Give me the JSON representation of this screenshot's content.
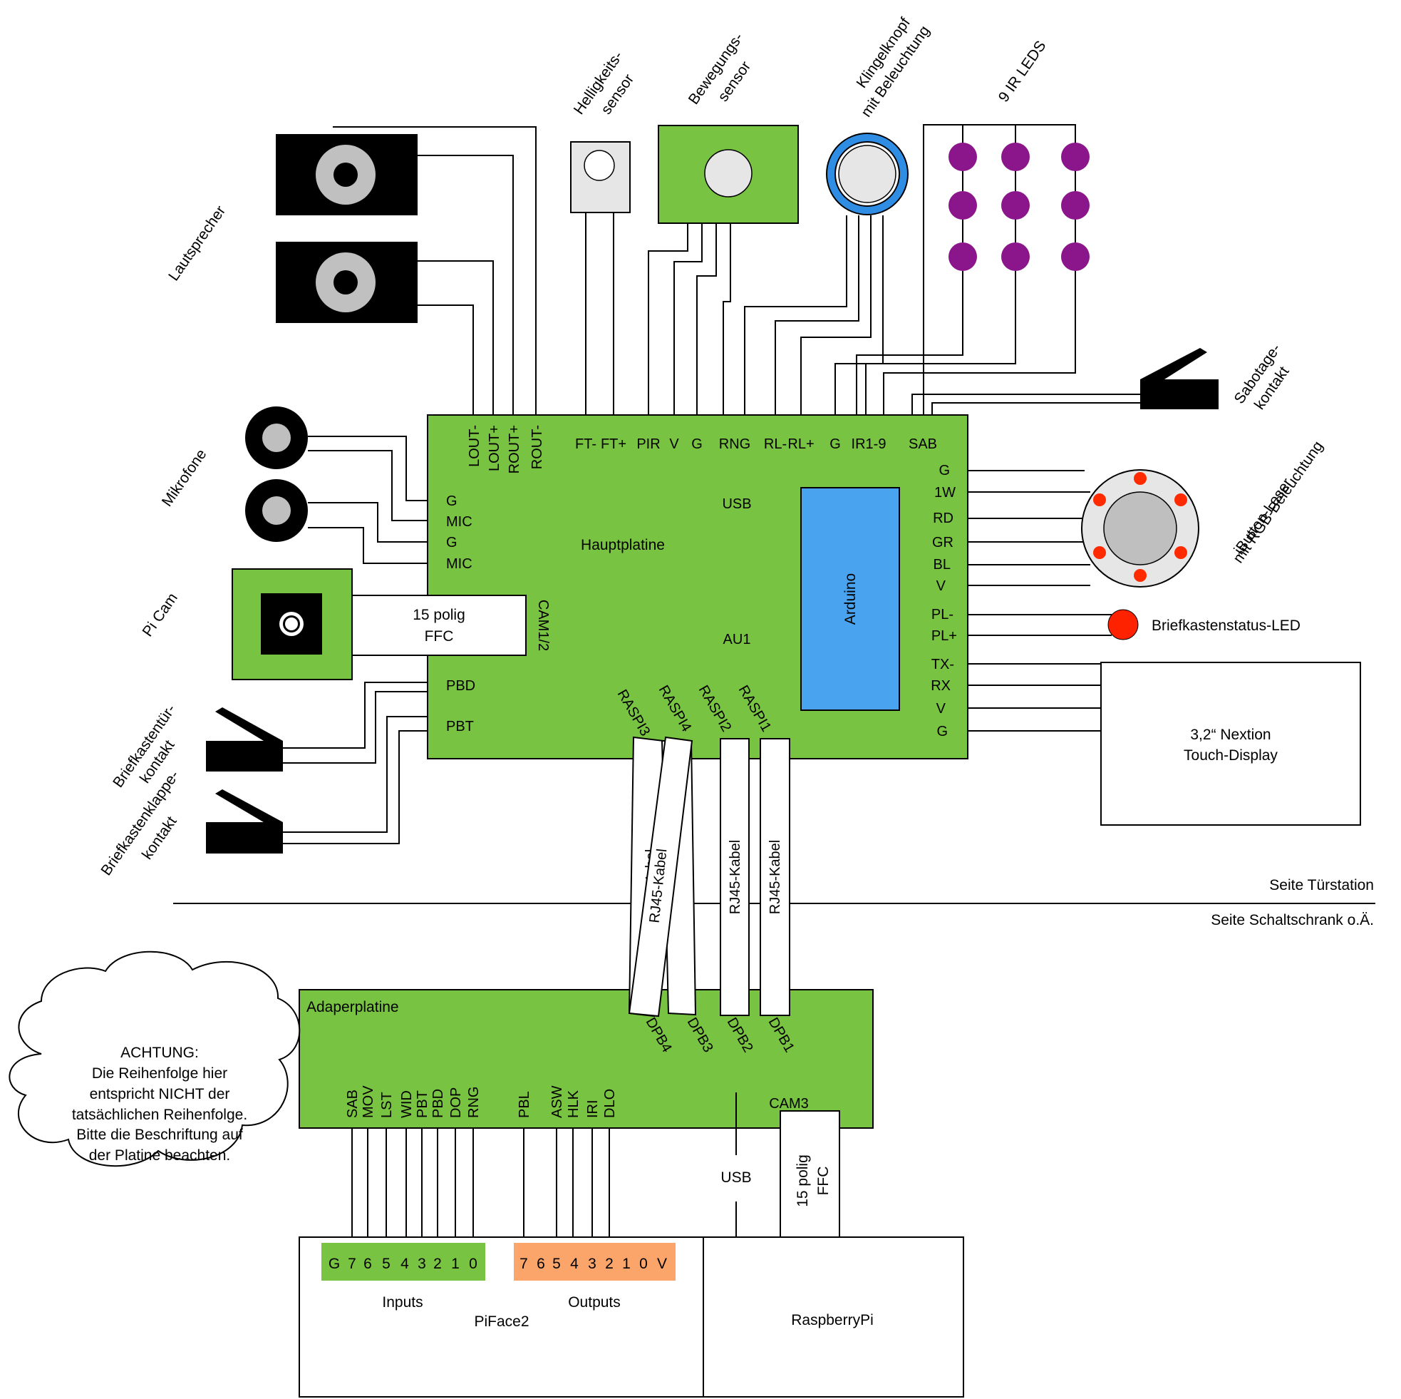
{
  "colors": {
    "board_green": "#78c442",
    "arduino_blue": "#4aa3ee",
    "ir_led_purple": "#8b158b",
    "status_led_red": "#ff2200",
    "ibutton_dot_red": "#ff2a00",
    "outputs_orange": "#fca56b",
    "inputs_green": "#78c442",
    "sensor_grey": "#e6e6e6",
    "ring_blue": "#2f8de4"
  },
  "components": {
    "speaker": "Lautsprecher",
    "mics": "Mikrofone",
    "picam": "Pi Cam",
    "mailbox_door": [
      "Briefkastentür-",
      "kontakt"
    ],
    "mailbox_flap": [
      "Briefkastenklappe-",
      "kontakt"
    ],
    "light_sensor": [
      "Helligkeits-",
      "sensor"
    ],
    "motion_sensor": [
      "Bewegungs-",
      "sensor"
    ],
    "bell_button": [
      "Klingelknopf",
      "mit Beleuchtung"
    ],
    "ir_leds": "9 IR LEDS",
    "sabotage": [
      "Sabotage-",
      "kontakt"
    ],
    "ibutton": [
      "iButton-Leser",
      "mit RGB-Beleuchtung"
    ],
    "status_led": "Briefkastenstatus-LED",
    "display": [
      "3,2“ Nextion",
      "Touch-Display"
    ]
  },
  "main_board": {
    "title": "Hauptplatine",
    "arduino": "Arduino",
    "usb": "USB",
    "au1": "AU1",
    "cam": "CAM1/2",
    "ffc": [
      "15 polig",
      "FFC"
    ],
    "top_pins": [
      "FT-",
      "FT+",
      "PIR",
      "V",
      "G",
      "RNG",
      "RL-",
      "RL+",
      "G",
      "IR1-9",
      "SAB"
    ],
    "audio_pins": [
      "LOUT-",
      "LOUT+",
      "ROUT+",
      "ROUT-"
    ],
    "left_pins": [
      "G",
      "MIC",
      "G",
      "MIC"
    ],
    "left_pins_bottom": [
      "PBD",
      "PBT"
    ],
    "right_pins": [
      "G",
      "1W",
      "RD",
      "GR",
      "BL",
      "V",
      "PL-",
      "PL+",
      "TX-",
      "RX",
      "V",
      "G"
    ],
    "raspi": [
      "RASPI3",
      "RASPI4",
      "RASPI2",
      "RASPI1"
    ]
  },
  "cables": {
    "rj45": [
      "RJ45-Kabel",
      "RJ45-Kabel",
      "RJ45-Kabel",
      "RJ45-Kabel"
    ]
  },
  "separator": {
    "top": "Seite Türstation",
    "bottom": "Seite Schaltschrank o.Ä."
  },
  "adapter_board": {
    "title": "Adaperplatine",
    "dpb": [
      "DPB4",
      "DPB3",
      "DPB2",
      "DPB1"
    ],
    "cam3": "CAM3",
    "input_pins": [
      "SAB",
      "MOV",
      "LST",
      "WID",
      "PBT",
      "PBD",
      "DOP",
      "RNG"
    ],
    "output_pins": [
      "PBL",
      "ASW",
      "HLK",
      "IRI",
      "DLO"
    ],
    "usb": "USB",
    "ffc": [
      "15 polig",
      "FFC"
    ]
  },
  "note": [
    "ACHTUNG:",
    "Die Reihenfolge hier",
    "entspricht NICHT der",
    "tatsächlichen Reihenfolge.",
    "Bitte die Beschriftung auf",
    "der Platine beachten."
  ],
  "piface": {
    "title": "PiFace2",
    "inputs_label": "Inputs",
    "outputs_label": "Outputs",
    "inputs_row": [
      "G",
      "7",
      "6",
      "5",
      "4",
      "3",
      "2",
      "1",
      "0"
    ],
    "outputs_row": [
      "7",
      "6",
      "5",
      "4",
      "3",
      "2",
      "1",
      "0",
      "V"
    ]
  },
  "raspberry": "RaspberryPi"
}
